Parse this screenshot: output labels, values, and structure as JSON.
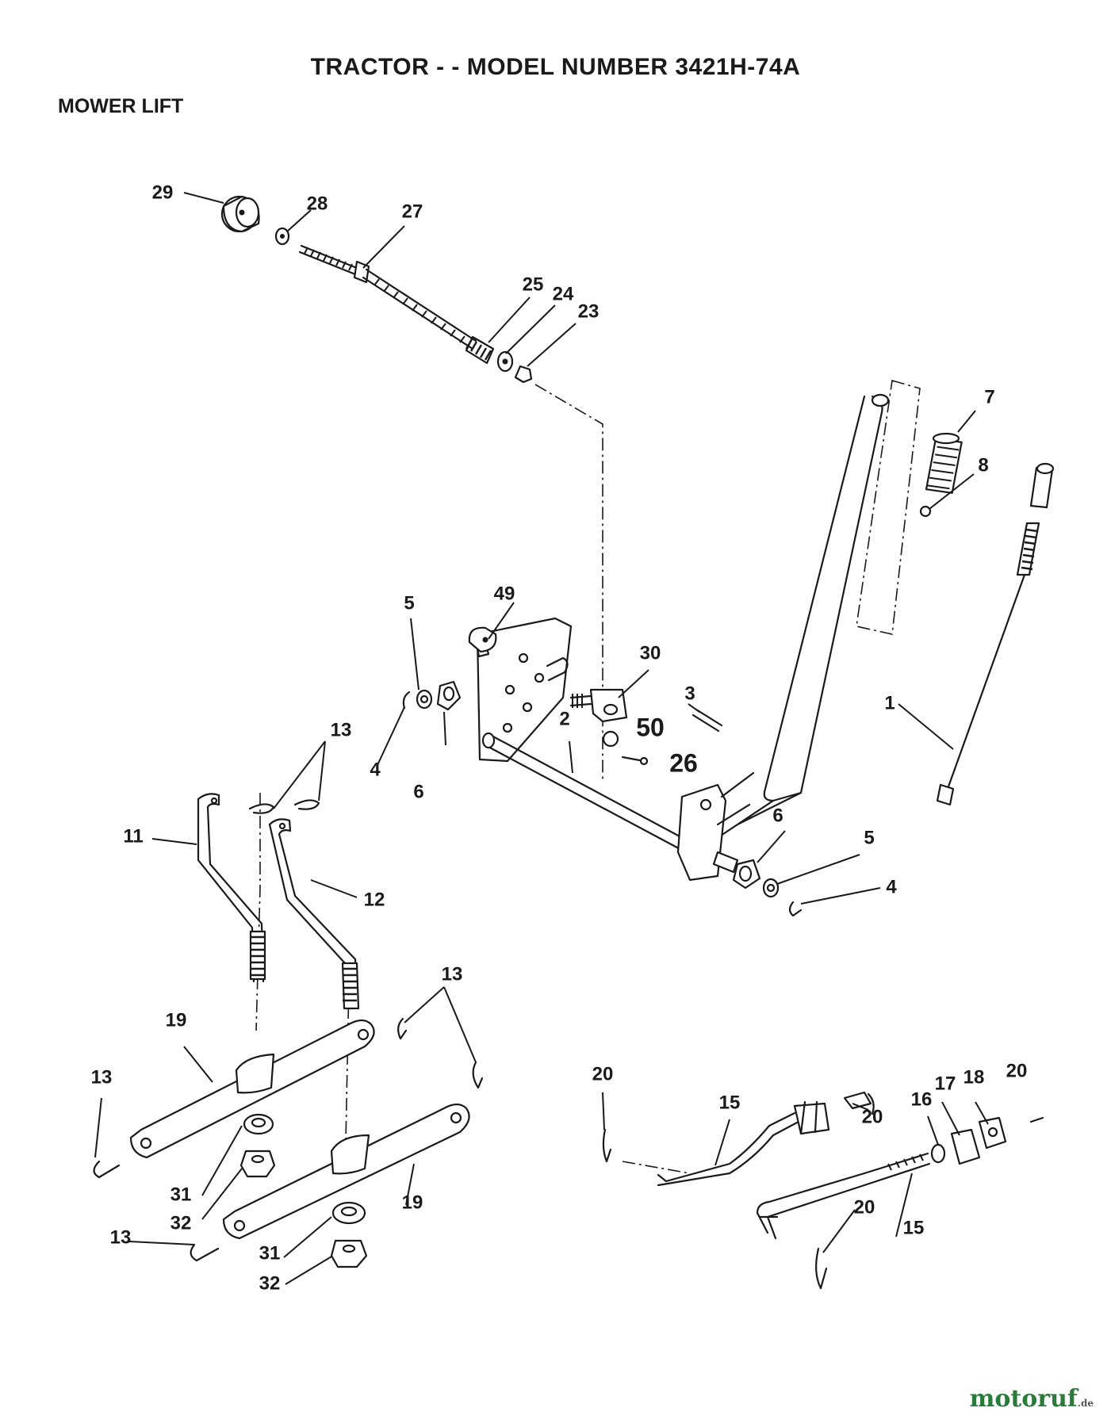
{
  "page": {
    "title": "TRACTOR - - MODEL NUMBER 3421H-74A",
    "section": "MOWER LIFT"
  },
  "watermark": {
    "name": "motoruf",
    "suffix": ".de"
  },
  "callouts": {
    "c1": "1",
    "c2": "2",
    "c3": "3",
    "c4a": "4",
    "c4b": "4",
    "c5a": "5",
    "c5b": "5",
    "c6a": "6",
    "c6b": "6",
    "c7": "7",
    "c8": "8",
    "c11": "11",
    "c12": "12",
    "c13a": "13",
    "c13b": "13",
    "c13c": "13",
    "c13d": "13",
    "c15a": "15",
    "c15b": "15",
    "c16": "16",
    "c17": "17",
    "c18": "18",
    "c19a": "19",
    "c19b": "19",
    "c20a": "20",
    "c20b": "20",
    "c20c": "20",
    "c20d": "20",
    "c23": "23",
    "c24": "24",
    "c25": "25",
    "c26": "26",
    "c27": "27",
    "c28": "28",
    "c29": "29",
    "c30": "30",
    "c31a": "31",
    "c31b": "31",
    "c32a": "32",
    "c32b": "32",
    "c49": "49",
    "c50": "50"
  }
}
